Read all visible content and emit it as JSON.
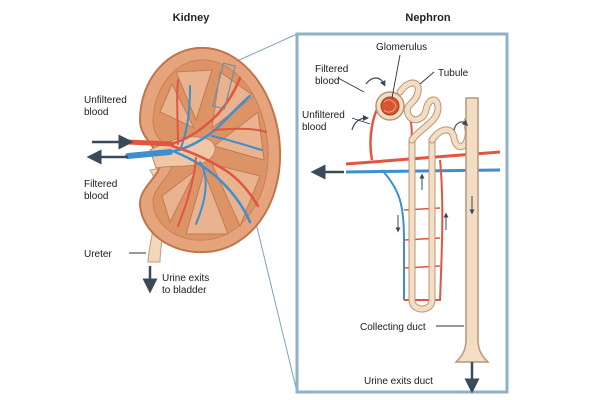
{
  "titles": {
    "kidney": "Kidney",
    "nephron": "Nephron"
  },
  "kidney_labels": {
    "unfiltered_line1": "Unfiltered",
    "unfiltered_line2": "blood",
    "filtered_line1": "Filtered",
    "filtered_line2": "blood",
    "ureter": "Ureter",
    "urine_line1": "Urine exits",
    "urine_line2": "to bladder"
  },
  "nephron_labels": {
    "glomerulus": "Glomerulus",
    "tubule": "Tubule",
    "filtered_line1": "Filtered",
    "filtered_line2": "blood",
    "unfiltered_line1": "Unfiltered",
    "unfiltered_line2": "blood",
    "collecting_duct": "Collecting duct",
    "urine_exits_duct": "Urine exits duct"
  },
  "colors": {
    "kidney_outer": "#e6a47c",
    "kidney_edge": "#c0764d",
    "kidney_inner": "#f1c6a6",
    "pyramid": "#d98d63",
    "artery": "#e2553f",
    "vein": "#3e8fd0",
    "tubule": "#f3ddc4",
    "tubule_edge": "#b99677",
    "panel_border": "#8fb2c7",
    "arrow": "#3b4a59"
  }
}
